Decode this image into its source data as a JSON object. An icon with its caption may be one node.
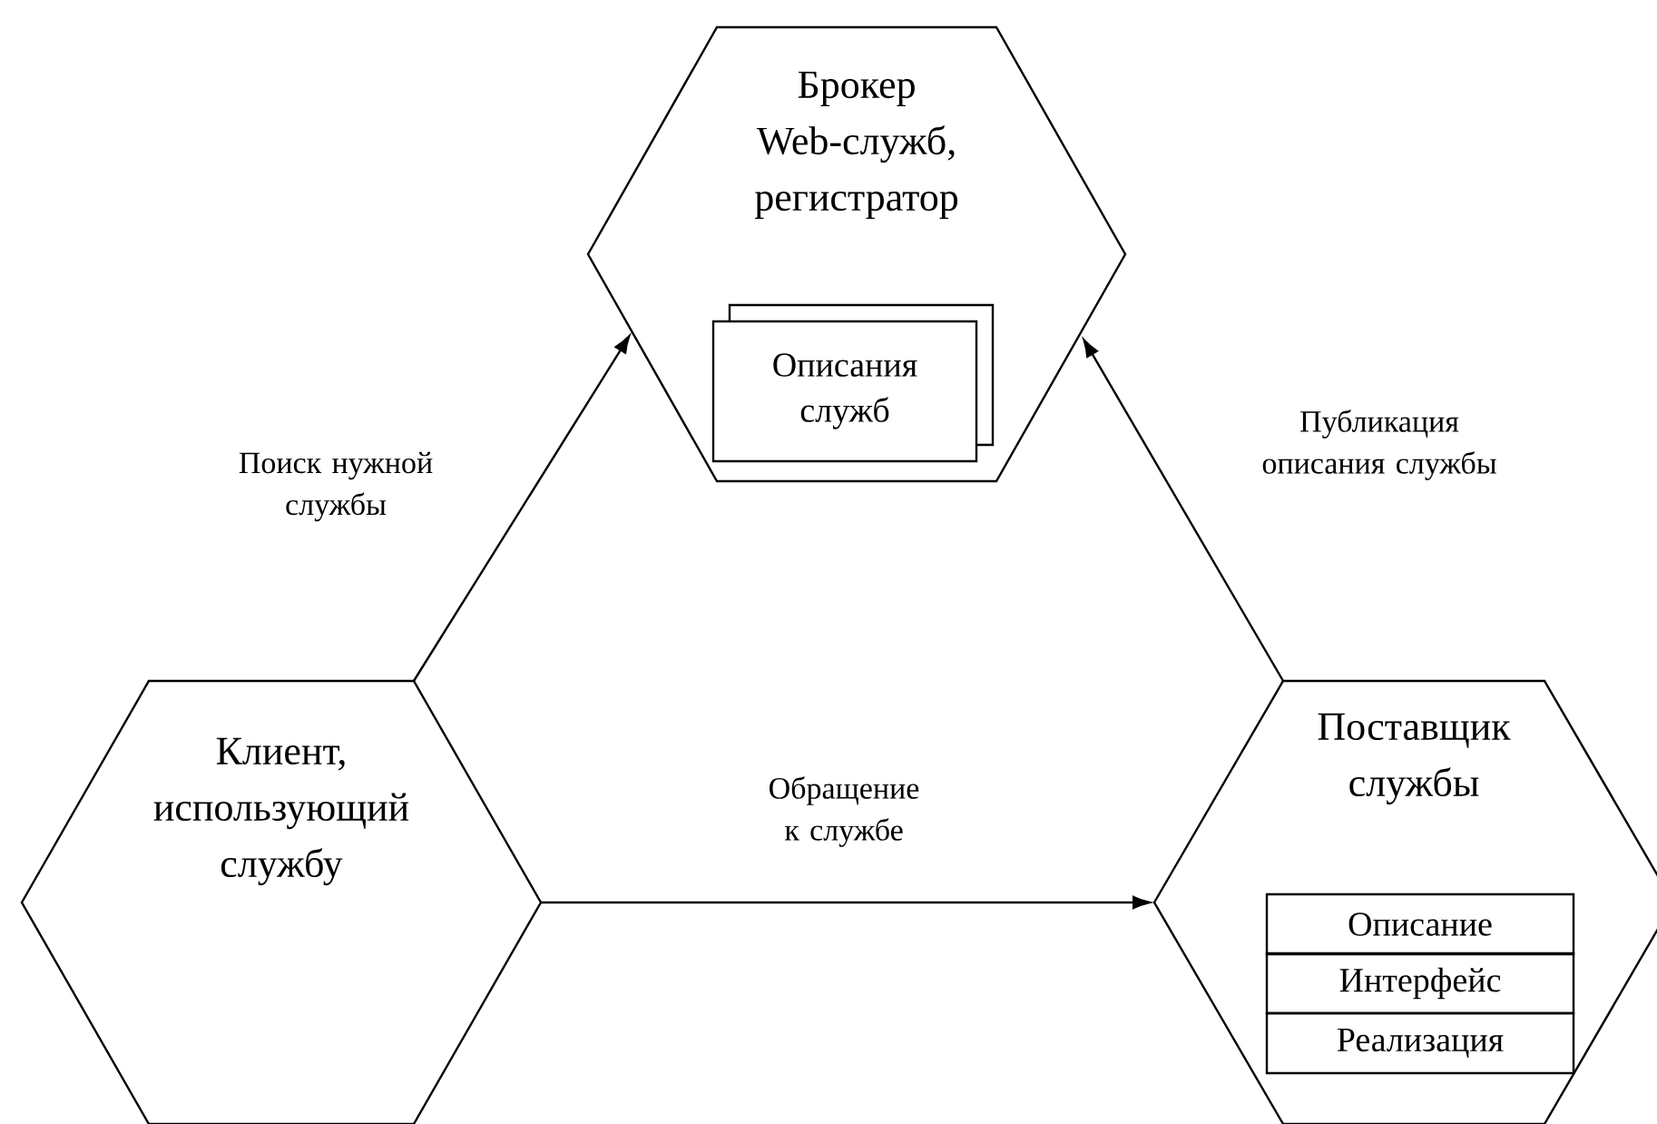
{
  "diagram": {
    "nodes": [
      {
        "text": [
          "Брокер Web-служб, регистратор"
        ]
      },
      {
        "text": [
          "Описания служб"
        ],
        "in": 0
      },
      {
        "text": [
          "Клиент, использующий службу"
        ]
      },
      {
        "text": [
          "Поставщик службы"
        ]
      },
      {
        "text": [
          "Описание"
        ],
        "in": 3
      },
      {
        "text": [
          "Интерфейс"
        ],
        "in": 3
      },
      {
        "text": [
          "Реализация"
        ],
        "in": 3
      }
    ],
    "edges": [
      {
        "from": 2,
        "to": 0,
        "arrow": "to",
        "label": "Поиск нужной службы"
      },
      {
        "from": 2,
        "to": 3,
        "arrow": "to",
        "label": "Обращение к службе"
      },
      {
        "from": 3,
        "to": 0,
        "arrow": "to",
        "label": "Публикация описания службы"
      }
    ]
  }
}
